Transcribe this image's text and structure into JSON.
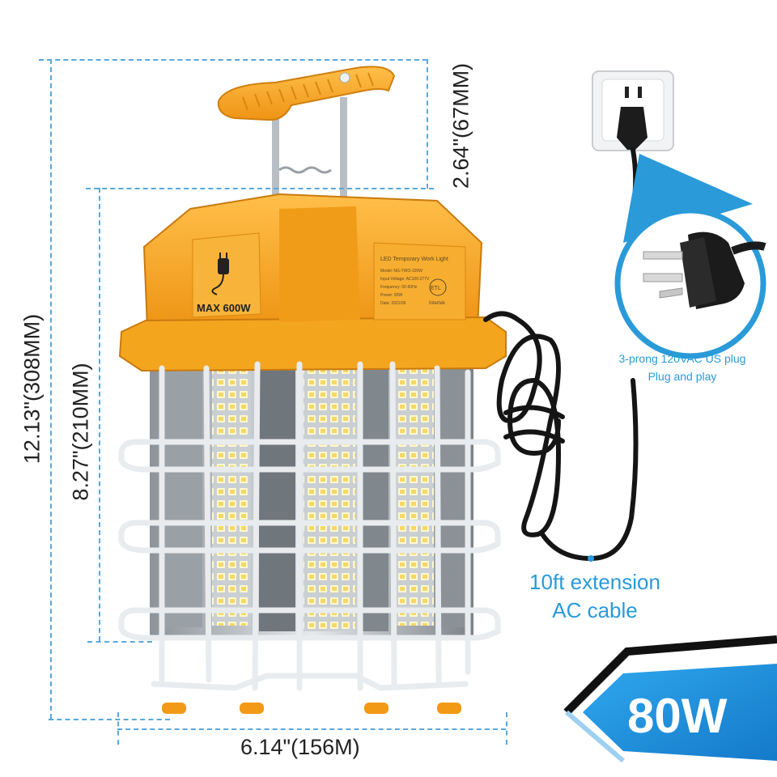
{
  "dimensions": {
    "total_height": "12.13\"(308MM)",
    "body_height": "8.27\"(210MM)",
    "handle_height": "2.64\"(67MM)",
    "width": "6.14\"(156M)"
  },
  "lamp": {
    "label_max": "MAX 600W",
    "sticker_title": "LED Temporary Work Light",
    "sticker_lines": [
      "Model: NG-TWO-100W",
      "Input Voltage: AC100-277V",
      "Frequency: 50-60Hz",
      "Power: 80W",
      "Date: 2021/06"
    ],
    "cert_mark": "ETL",
    "cert_brand": "Intertek"
  },
  "callouts": {
    "plug_line1": "3-prong 120VAC US plug",
    "plug_line2": "Plug and play",
    "cable_line1": "10ft extension",
    "cable_line2": "AC cable"
  },
  "badge": {
    "wattage": "80W"
  },
  "colors": {
    "accent_blue": "#2a9ad9",
    "housing_orange": "#f6a623",
    "dim_line": "#5aa7dd",
    "cage_white": "#e8ecef"
  },
  "icons": [
    "plug-icon",
    "wall-outlet-icon",
    "us-plug-icon",
    "arrow-badge-icon"
  ]
}
